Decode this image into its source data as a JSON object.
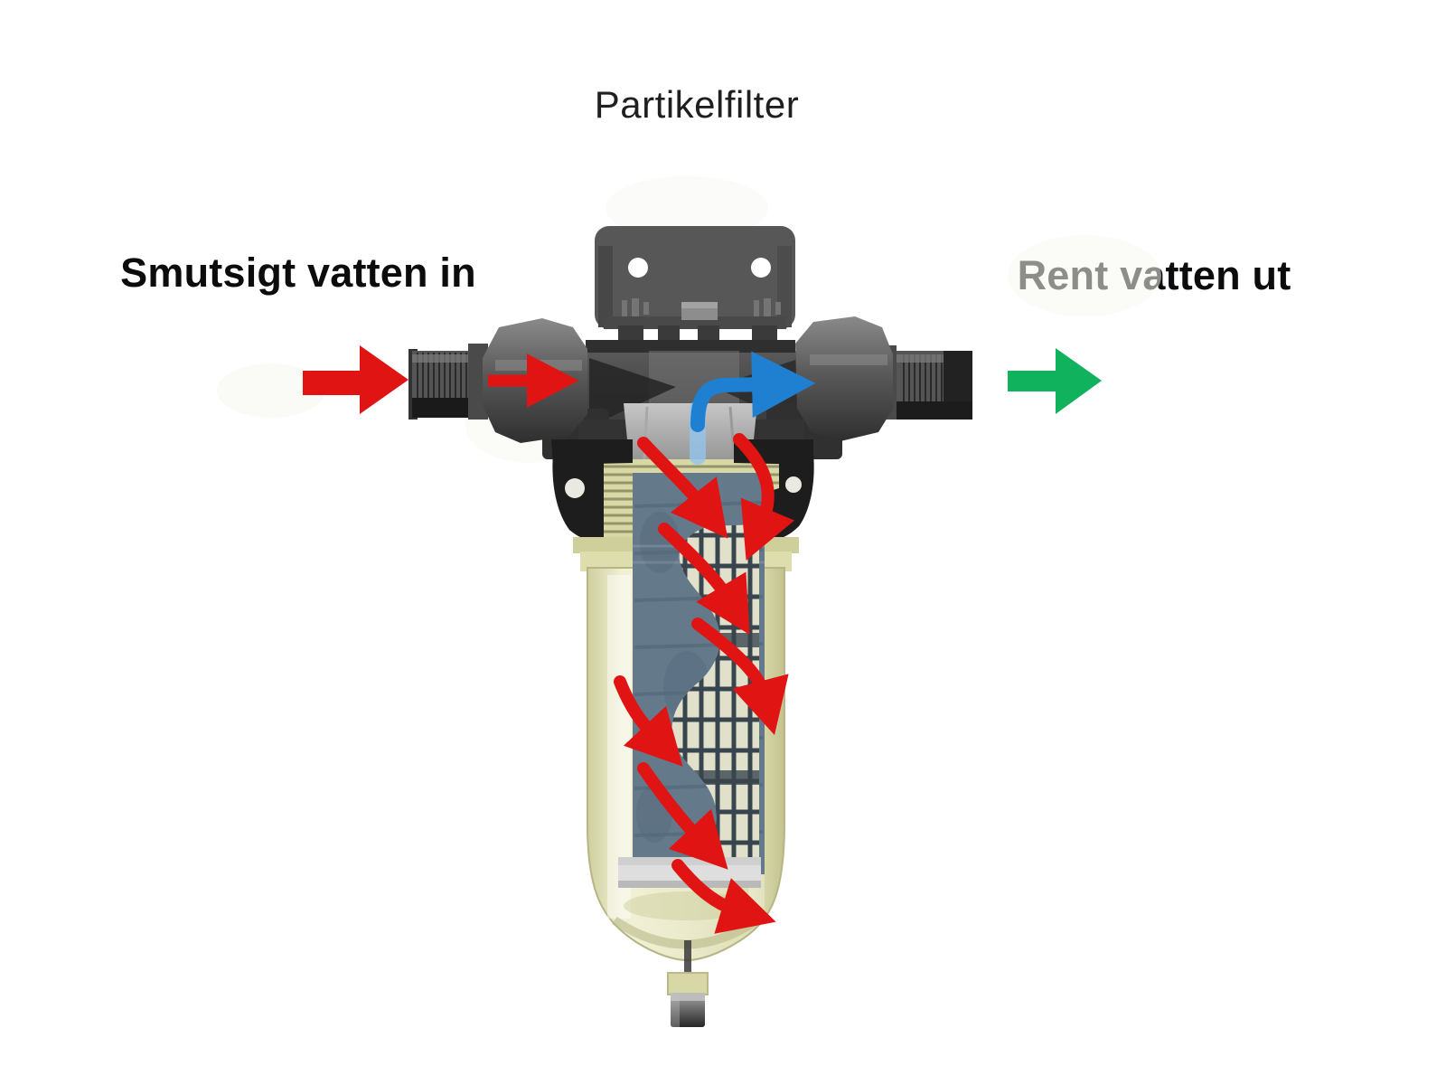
{
  "title": "Partikelfilter",
  "labels": {
    "inlet": "Smutsigt vatten in",
    "outlet": "Rent vatten ut"
  },
  "colors": {
    "text_title": "#1f1f1f",
    "text_label": "#0c0c0c",
    "arrow_red": "#e11414",
    "arrow_green": "#10b25e",
    "arrow_blue": "#1f80d2",
    "arrow_blue_light": "#93c4ea",
    "bracket_gray": "#575757",
    "head_gray": "#4a4a4a",
    "head_dark": "#2f2f2f",
    "collar_black": "#1d1d1d",
    "thread_fill": "#d8d8a6",
    "thread_line": "#94946a",
    "bowl_fill": "#e9e9ca",
    "bowl_edge": "#c9c996",
    "cartridge": "#64798a",
    "grid_bg": "#e0e0cb",
    "grid_line": "#39454e",
    "endcap": "#dedede",
    "metal_mid": "#555555",
    "metal_dark": "#222222"
  }
}
